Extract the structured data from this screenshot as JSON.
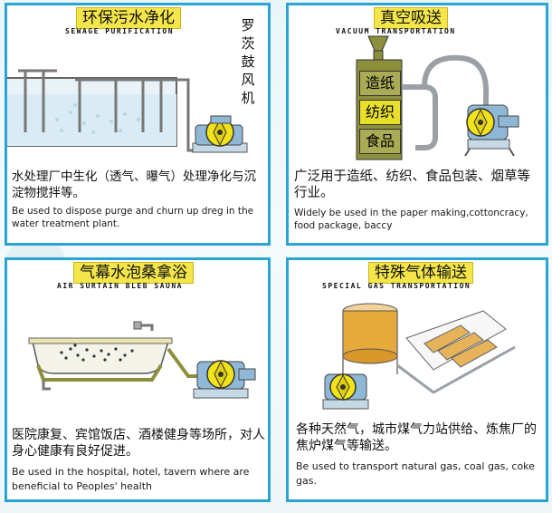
{
  "panels": [
    {
      "title_cn": "环保污水净化",
      "title_en": "SEWAGE PURIFICATION",
      "side_label": "罗茨鼓风机",
      "desc_cn": "水处理厂中生化（透气、曝气）处理净化与沉淀物搅拌等。",
      "desc_en": "Be used to dispose purge and churn up dreg in the water treatment plant."
    },
    {
      "title_cn": "真空吸送",
      "title_en": "VACUUM TRANSPORTATION",
      "tower_labels": [
        "造纸",
        "纺织",
        "食品"
      ],
      "desc_cn": "广泛用于造纸、纺织、食品包装、烟草等行业。",
      "desc_en": "Widely be used in the paper making,cottoncracy, food package, baccy"
    },
    {
      "title_cn": "气幕水泡桑拿浴",
      "title_en": "AIR SURTAIN BLEB SAUNA",
      "desc_cn": "医院康复、宾馆饭店、酒楼健身等场所，对人身心健康有良好促进。",
      "desc_en": "Be used in the hospital, hotel, tavern where are beneficial to Peoples' health"
    },
    {
      "title_cn": "特殊气体输送",
      "title_en": "SPECIAL GAS TRANSPORTATION",
      "desc_cn": "各种天然气，城市煤气力站供给、炼焦厂的焦炉煤气等输送。",
      "desc_en": "Be used to transport natural gas, coal gas, coke gas."
    }
  ],
  "colors": {
    "border": "#2aa3d6",
    "title_bg": "#f4e64a",
    "blower_yellow": "#f2e21a",
    "machine_blue": "#8fb8d6",
    "pipe_gray": "#9aa0a6",
    "tower_olive": "#8d8f3c"
  }
}
